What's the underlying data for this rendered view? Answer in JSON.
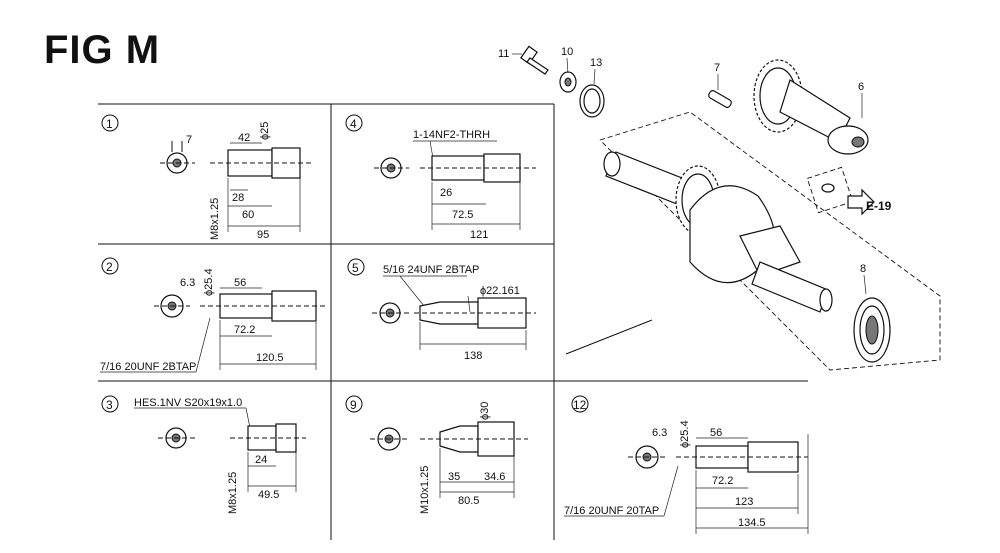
{
  "figure": {
    "title": "FIG M"
  },
  "callouts": {
    "c11": "11",
    "c10": "10",
    "c13": "13",
    "c7": "7",
    "c6": "6",
    "c8": "8",
    "ref": "E-19"
  },
  "panels": {
    "p1": {
      "num": "1",
      "dims": {
        "a": "7",
        "b": "42",
        "c": "ϕ25",
        "d": "28",
        "e": "60",
        "f": "95",
        "g": "M8x1.25"
      }
    },
    "p4": {
      "num": "4",
      "dims": {
        "thread": "1-14NF2-THRH",
        "a": "26",
        "b": "72.5",
        "c": "121"
      }
    },
    "p2": {
      "num": "2",
      "dims": {
        "a": "6.3",
        "b": "ϕ25.4",
        "c": "56",
        "d": "72.2",
        "e": "120.5",
        "thread": "7/16 20UNF 2BTAP"
      }
    },
    "p5": {
      "num": "5",
      "dims": {
        "thread": "5/16 24UNF 2BTAP",
        "a": "ϕ22.161",
        "b": "138"
      }
    },
    "p3": {
      "num": "3",
      "dims": {
        "thread": "HES.1NV S20x19x1.0",
        "a": "24",
        "b": "49.5",
        "c": "M8x1.25"
      }
    },
    "p9": {
      "num": "9",
      "dims": {
        "a": "ϕ30",
        "b": "35",
        "c": "34.6",
        "d": "80.5",
        "e": "M10x1.25"
      }
    },
    "p12": {
      "num": "12",
      "dims": {
        "a": "6.3",
        "b": "ϕ25.4",
        "c": "56",
        "d": "72.2",
        "e": "123",
        "f": "134.5",
        "thread": "7/16 20UNF 20TAP"
      }
    }
  }
}
